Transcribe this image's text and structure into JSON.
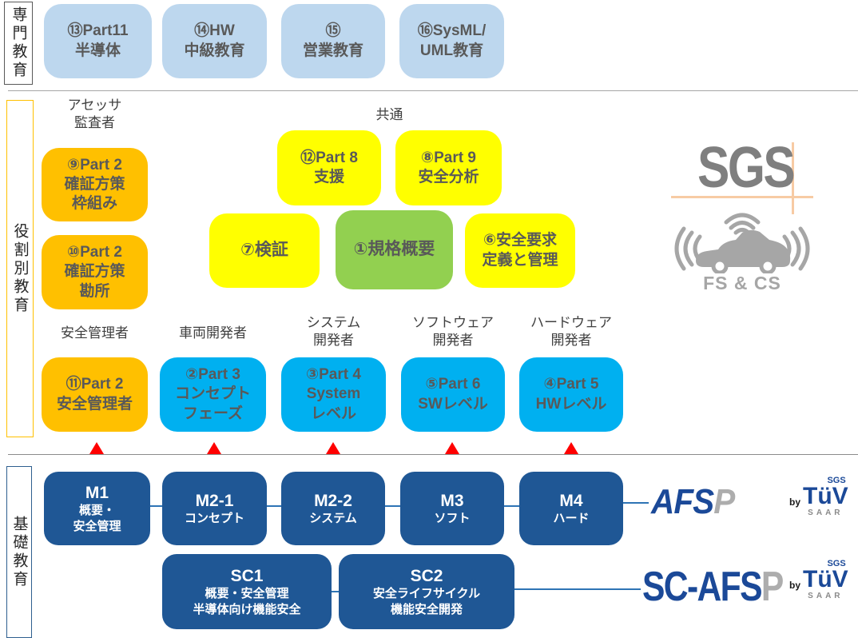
{
  "sections": {
    "specialist": "専門教育",
    "role_based": "役割別教育",
    "basic": "基礎教育"
  },
  "group_labels": {
    "assessor": [
      "アセッサ",
      "監査者"
    ],
    "common": "共通",
    "safety_manager": "安全管理者",
    "vehicle_developer": "車両開発者",
    "system_developer": [
      "システム",
      "開発者"
    ],
    "software_developer": [
      "ソフトウェア",
      "開発者"
    ],
    "hardware_developer": [
      "ハードウェア",
      "開発者"
    ]
  },
  "courses": {
    "c13": {
      "lines": [
        "⑬Part11",
        "半導体"
      ]
    },
    "c14": {
      "lines": [
        "⑭HW",
        "中級教育"
      ]
    },
    "c15": {
      "lines": [
        "⑮",
        "営業教育"
      ]
    },
    "c16": {
      "lines": [
        "⑯SysML/",
        "UML教育"
      ]
    },
    "c9": {
      "lines": [
        "⑨Part 2",
        "確証方策",
        "枠組み"
      ]
    },
    "c10": {
      "lines": [
        "⑩Part 2",
        "確証方策",
        "勘所"
      ]
    },
    "c12": {
      "lines": [
        "⑫Part 8",
        "支援"
      ]
    },
    "c8": {
      "lines": [
        "⑧Part 9",
        "安全分析"
      ]
    },
    "c7": {
      "lines": [
        "⑦検証"
      ]
    },
    "c1": {
      "lines": [
        "①規格概要"
      ]
    },
    "c6": {
      "lines": [
        "⑥安全要求",
        "定義と管理"
      ]
    },
    "c11": {
      "lines": [
        "⑪Part 2",
        "安全管理者"
      ]
    },
    "c2": {
      "lines": [
        "②Part 3",
        "コンセプト",
        "フェーズ"
      ]
    },
    "c3": {
      "lines": [
        "③Part 4",
        "System",
        "レベル"
      ]
    },
    "c5": {
      "lines": [
        "⑤Part 6",
        "SWレベル"
      ]
    },
    "c4": {
      "lines": [
        "④Part 5",
        "HWレベル"
      ]
    }
  },
  "basic_courses": {
    "m1": {
      "title": "M1",
      "sub": [
        "概要・",
        "安全管理"
      ]
    },
    "m21": {
      "title": "M2-1",
      "sub": [
        "コンセプト"
      ]
    },
    "m22": {
      "title": "M2-2",
      "sub": [
        "システム"
      ]
    },
    "m3": {
      "title": "M3",
      "sub": [
        "ソフト"
      ]
    },
    "m4": {
      "title": "M4",
      "sub": [
        "ハード"
      ]
    },
    "sc1": {
      "title": "SC1",
      "sub": [
        "概要・安全管理",
        "半導体向け機能安全"
      ]
    },
    "sc2": {
      "title": "SC2",
      "sub": [
        "安全ライフサイクル",
        "機能安全開発"
      ]
    }
  },
  "logos": {
    "sgs": "SGS",
    "fscs": "FS & CS",
    "afsp": {
      "main": "AFS",
      "suffix": "P"
    },
    "sc_afsp": {
      "main": "SC-AFS",
      "suffix": "P"
    },
    "tuv": {
      "by": "by",
      "top": "SGS",
      "main": "TüV",
      "bottom": "SAAR"
    }
  },
  "colors": {
    "light_blue": "#BDD7EE",
    "orange": "#FFC000",
    "yellow": "#FFFF00",
    "green": "#92D050",
    "cyan": "#00B0F0",
    "navy": "#1F5795",
    "logo_blue": "#1B4998",
    "logo_gray": "#A6A6A6",
    "crosshair_orange": "#F7CBA4",
    "marker_red": "#FF0000"
  }
}
